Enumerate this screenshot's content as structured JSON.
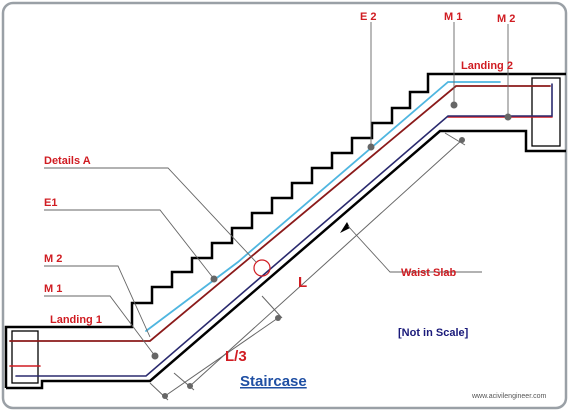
{
  "diagram": {
    "title": "Staircase",
    "note": "[Not in Scale]",
    "website": "www.acivilengineer.com",
    "labels": {
      "e2": "E 2",
      "m1_top": "M 1",
      "m2_top": "M 2",
      "landing2": "Landing 2",
      "details_a": "Details A",
      "e1": "E1",
      "m2_left": "M 2",
      "m1_left": "M 1",
      "landing1": "Landing 1",
      "waist_slab": "Waist Slab",
      "span_l": "L",
      "span_l3": "L/3"
    },
    "colors": {
      "frame": "#9aa0a6",
      "outline": "#000000",
      "cyan_rebar": "#4fb6e0",
      "brown_rebar": "#8b1a1a",
      "red_rebar": "#d01c22",
      "navy_rebar": "#2a2a6e",
      "label_red": "#d01c22",
      "title_blue": "#1f4fa3",
      "leader_gray": "#666666"
    }
  }
}
